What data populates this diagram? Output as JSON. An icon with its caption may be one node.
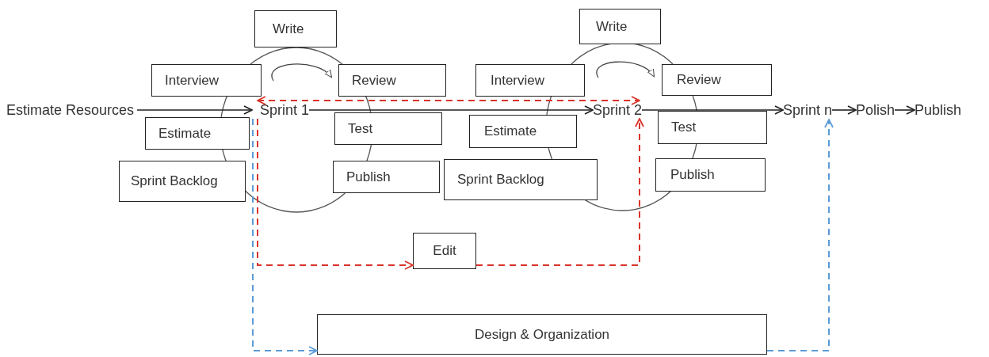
{
  "diagram": {
    "nodes": [
      {
        "text": [
          "Estimate Resources"
        ]
      },
      {
        "text": [
          "Write"
        ]
      },
      {
        "text": [
          "Interview"
        ]
      },
      {
        "text": [
          "Review"
        ]
      },
      {
        "text": [
          "Sprint 1"
        ]
      },
      {
        "text": [
          "Estimate"
        ]
      },
      {
        "text": [
          "Test"
        ]
      },
      {
        "text": [
          "Sprint Backlog"
        ]
      },
      {
        "text": [
          "Publish"
        ]
      },
      {
        "text": [
          "Write"
        ]
      },
      {
        "text": [
          "Interview"
        ]
      },
      {
        "text": [
          "Review"
        ]
      },
      {
        "text": [
          "Sprint 2"
        ]
      },
      {
        "text": [
          "Estimate"
        ]
      },
      {
        "text": [
          "Test"
        ]
      },
      {
        "text": [
          "Sprint Backlog"
        ]
      },
      {
        "text": [
          "Publish"
        ]
      },
      {
        "text": [
          "Sprint n"
        ]
      },
      {
        "text": [
          "Polish"
        ]
      },
      {
        "text": [
          "Publish"
        ]
      },
      {
        "text": [
          "Edit"
        ]
      },
      {
        "text": [
          "Design & Organization"
        ]
      }
    ],
    "edges": [
      {
        "from": 0,
        "to": 4,
        "arrow": "to"
      },
      {
        "from": 4,
        "to": 12,
        "arrow": "to"
      },
      {
        "from": 12,
        "to": 17,
        "arrow": "to"
      },
      {
        "from": 17,
        "to": 18,
        "arrow": "to"
      },
      {
        "from": 18,
        "to": 19,
        "arrow": "to"
      },
      {
        "from": 4,
        "to": 12,
        "arrow": "both",
        "style": "dashed",
        "color": "#d9342b"
      },
      {
        "from": 4,
        "to": 20,
        "arrow": "to",
        "style": "dashed",
        "color": "#d9342b"
      },
      {
        "from": 20,
        "to": 12,
        "arrow": "to",
        "style": "dashed",
        "color": "#d9342b"
      },
      {
        "from": 4,
        "to": 21,
        "arrow": "to",
        "style": "dashed",
        "color": "#5b9bd5"
      },
      {
        "from": 21,
        "to": 17,
        "arrow": "to",
        "style": "dashed",
        "color": "#5b9bd5"
      }
    ]
  }
}
